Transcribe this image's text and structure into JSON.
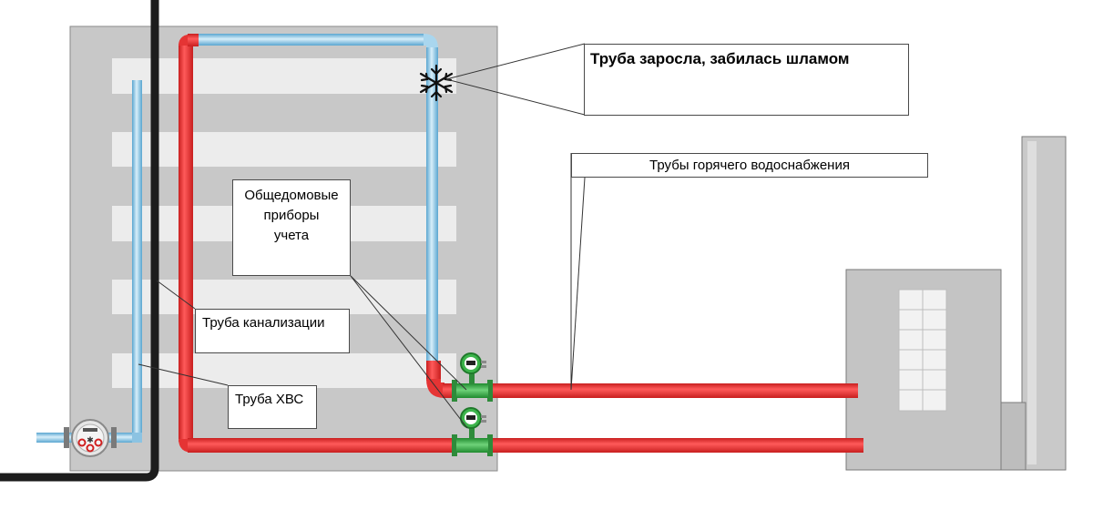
{
  "callouts": {
    "sludge": "Труба заросла, забилась шламом",
    "hot_water_pipes": "Трубы горячего водоснабжения",
    "meters_line1": "Общедомовые",
    "meters_line2": "приборы",
    "meters_line3": "учета",
    "sewer_pipe": "Труба канализации",
    "cold_water_pipe": "Труба ХВС"
  },
  "colors": {
    "building": "#c8c8c8",
    "window_strip": "#ececec",
    "hot_pipe": "#e53434",
    "cold_pipe": "#a9d6ee",
    "sewer_pipe": "#1c1c1c",
    "meter": "#3cb44b",
    "plant": "#c9c9c9"
  }
}
